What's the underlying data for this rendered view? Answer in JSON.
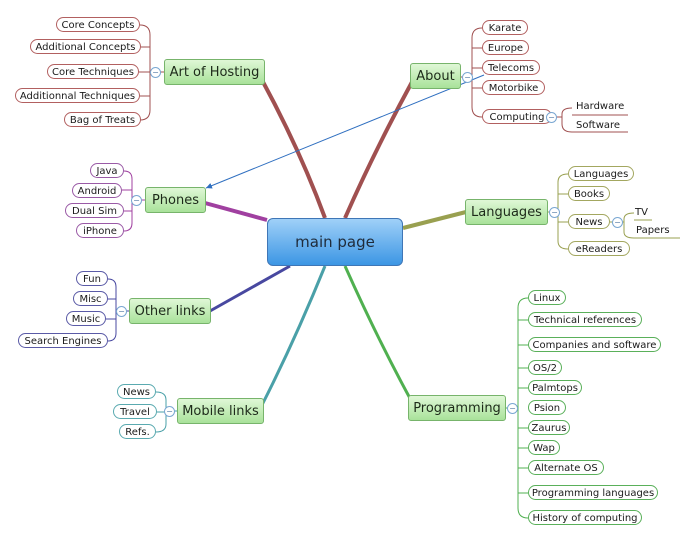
{
  "center": {
    "label": "main page"
  },
  "topics": {
    "art_of_hosting": {
      "label": "Art of Hosting",
      "children": [
        "Core Concepts",
        "Additional Concepts",
        "Core Techniques",
        "Additionnal Techniques",
        "Bag of Treats"
      ]
    },
    "about": {
      "label": "About",
      "children": [
        "Karate",
        "Europe",
        "Telecoms",
        "Motorbike",
        "Computing"
      ],
      "computing_children": [
        "Hardware",
        "Software"
      ]
    },
    "phones": {
      "label": "Phones",
      "children": [
        "Java",
        "Android",
        "Dual Sim",
        "iPhone"
      ]
    },
    "languages": {
      "label": "Languages",
      "children": [
        "Languages",
        "Books",
        "News",
        "eReaders"
      ],
      "news_children": [
        "TV",
        "Papers"
      ]
    },
    "other_links": {
      "label": "Other links",
      "children": [
        "Fun",
        "Misc",
        "Music",
        "Search Engines"
      ]
    },
    "mobile_links": {
      "label": "Mobile links",
      "children": [
        "News",
        "Travel",
        "Refs."
      ]
    },
    "programming": {
      "label": "Programming",
      "children": [
        "Linux",
        "Technical references",
        "Companies and software",
        "OS/2",
        "Palmtops",
        "Psion",
        "Zaurus",
        "Wap",
        "Alternate OS",
        "Programming languages",
        "History of computing"
      ]
    }
  },
  "colors": {
    "art_of_hosting": "#a05050",
    "about": "#a05050",
    "phones": "#a040a0",
    "languages": "#99a050",
    "other_links": "#4848a0",
    "mobile_links": "#4aa0a8",
    "programming": "#50b050",
    "relationship_arrow": "#2f6fc0"
  },
  "control_symbols": {
    "collapse": "−"
  }
}
